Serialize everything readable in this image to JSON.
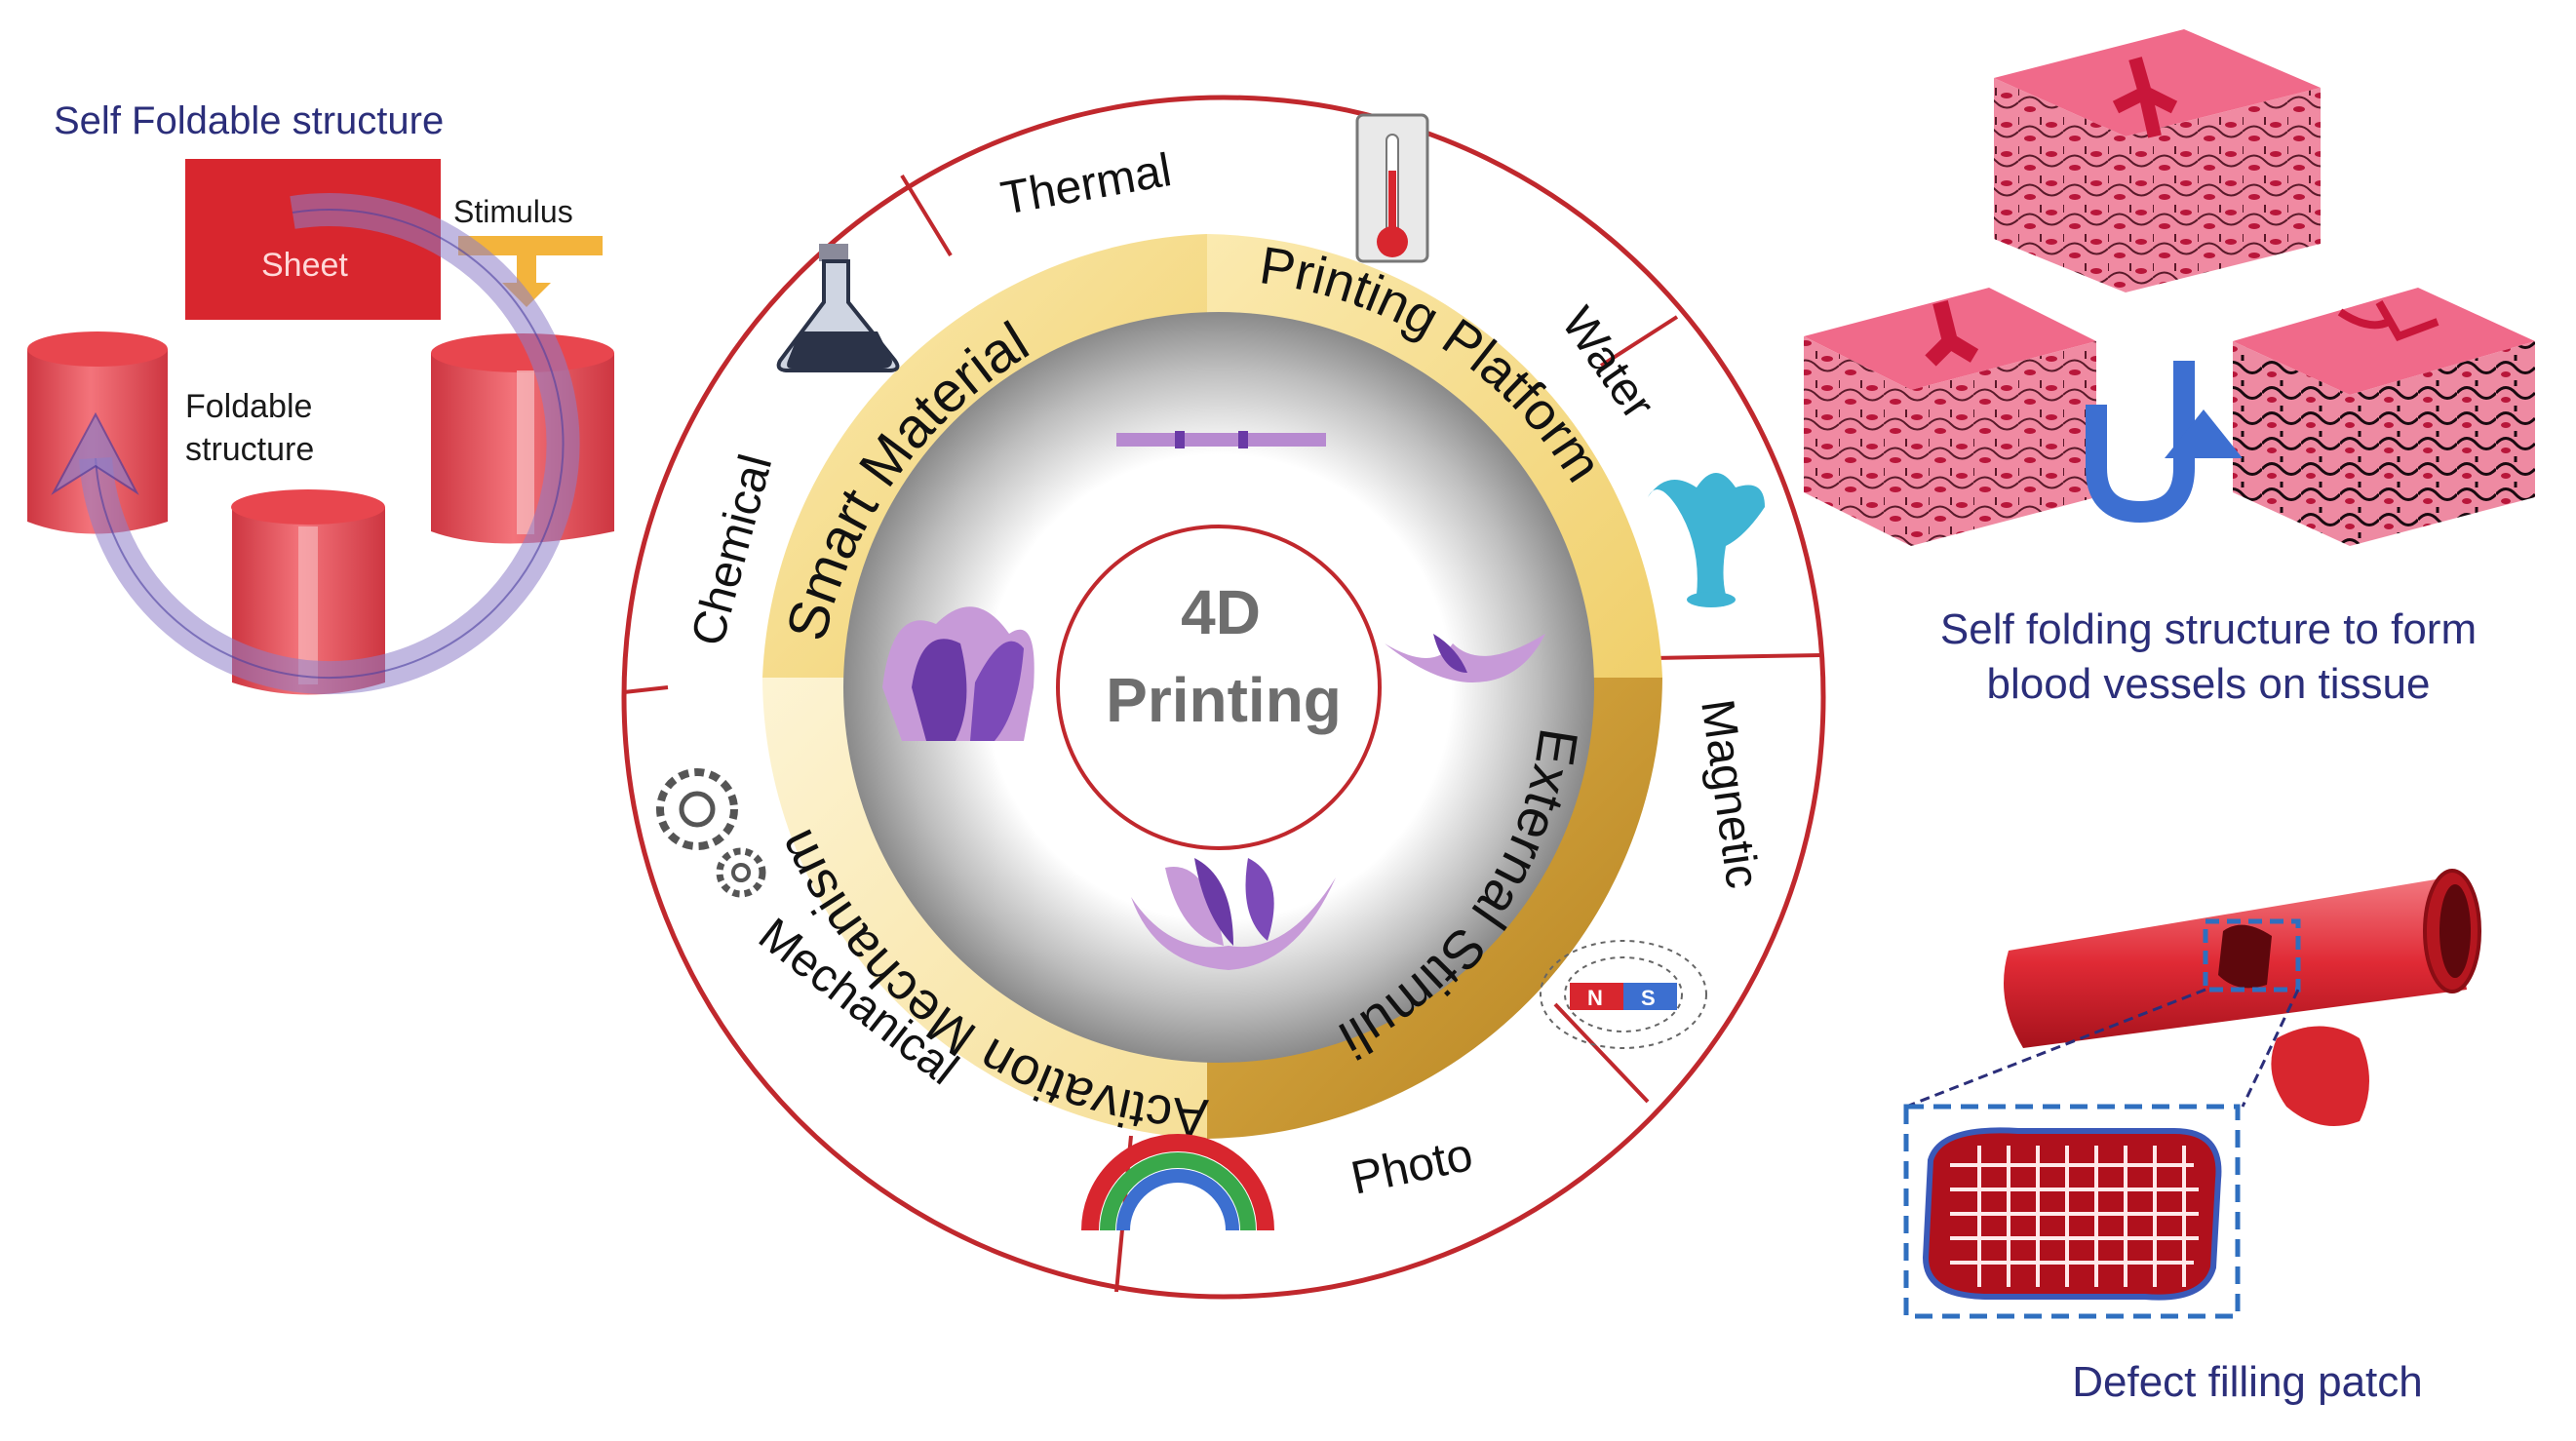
{
  "center": {
    "line1": "4D",
    "line2": "Printing"
  },
  "ring": {
    "smart_material": "Smart Material",
    "printing_platform": "Printing Platform",
    "external_stimuli": "External Stimuli",
    "activation_mechanism": "Activation Mechanism"
  },
  "stimuli": {
    "thermal": "Thermal",
    "water": "Water",
    "magnetic": "Magnetic",
    "photo": "Photo",
    "mechanical": "Mechanical",
    "chemical": "Chemical"
  },
  "magnet": {
    "north": "N",
    "south": "S"
  },
  "left_panel": {
    "title": "Self Foldable structure",
    "sheet": "Sheet",
    "stimulus": "Stimulus",
    "foldable_line1": "Foldable",
    "foldable_line2": "structure"
  },
  "right_top": {
    "caption_line1": "Self folding structure to form",
    "caption_line2": "blood vessels on tissue"
  },
  "right_bottom": {
    "caption": "Defect filling patch"
  },
  "colors": {
    "ring_red": "#c0282d",
    "gold_light": "#f3d77a",
    "gold_dark": "#c9962a",
    "title_navy": "#2b2e7a",
    "tissue_pink": "#e85a7c",
    "cylinder_red": "#e23c44"
  }
}
